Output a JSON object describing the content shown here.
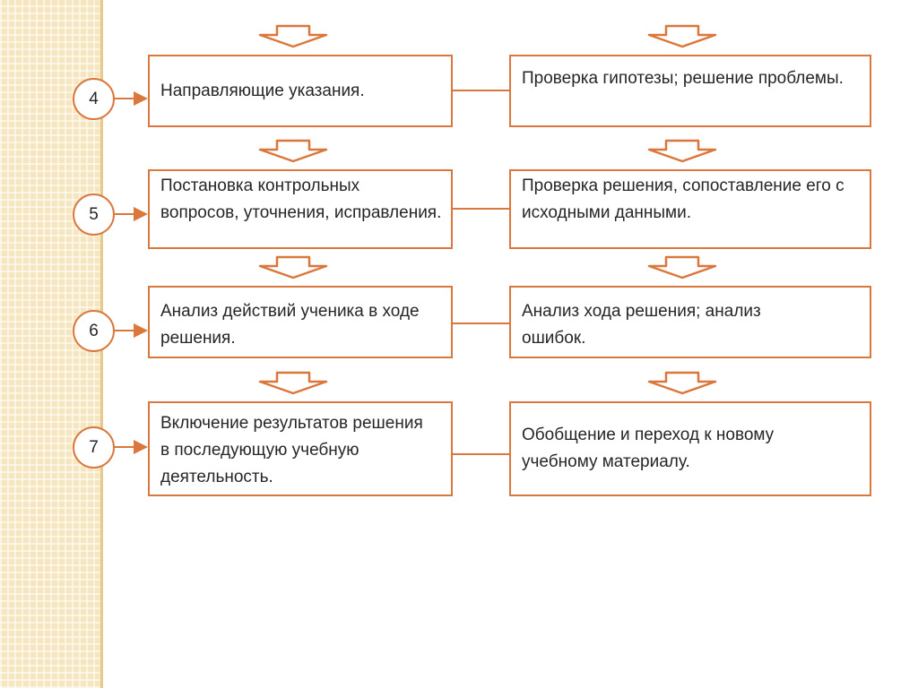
{
  "steps": [
    {
      "number": "4",
      "left_text": "Направляющие указания.",
      "right_text": "Проверка гипотезы; решение проблемы."
    },
    {
      "number": "5",
      "left_text": "Постановка контрольных вопросов, уточнения, исправления.",
      "right_text": "Проверка решения, сопоставление его с исходными данными."
    },
    {
      "number": "6",
      "left_text": "Анализ действий ученика в ходе решения.",
      "right_text": "Анализ хода решения; анализ ошибок."
    },
    {
      "number": "7",
      "left_text": "Включение результатов решения в последующую учебную деятельность.",
      "right_text": "Обобщение и переход к новому учебному материалу."
    }
  ],
  "colors": {
    "accent": "#d9773c",
    "text": "#262626",
    "sidebar": "#f6e6bf"
  }
}
